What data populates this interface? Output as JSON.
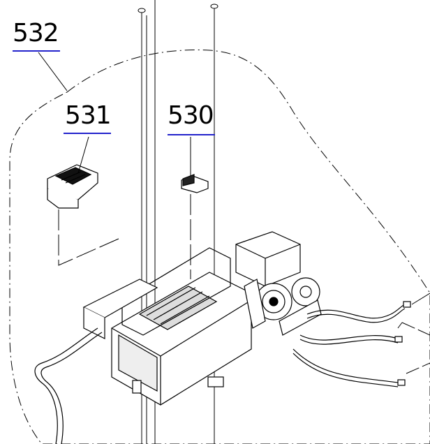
{
  "callouts": [
    {
      "id": "532",
      "text": "532"
    },
    {
      "id": "531",
      "text": "531"
    },
    {
      "id": "530",
      "text": "530"
    }
  ],
  "colors": {
    "ink": "#000000",
    "underline": "#2222cc",
    "paper": "#ffffff"
  }
}
